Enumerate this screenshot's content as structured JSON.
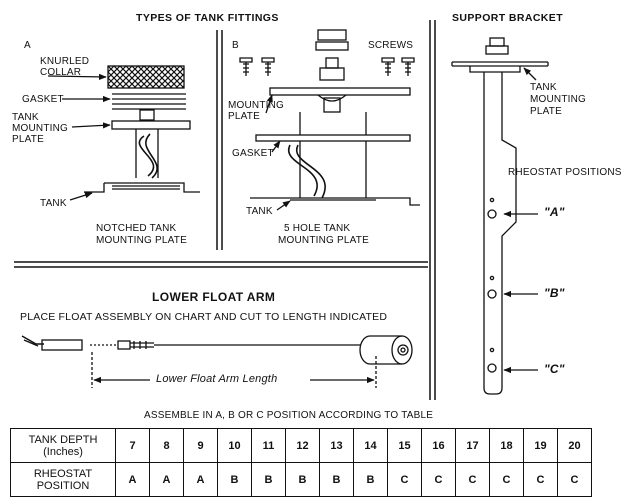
{
  "titles": {
    "fittings": "TYPES OF TANK FITTINGS",
    "bracket": "SUPPORT BRACKET",
    "float_arm": "LOWER FLOAT ARM",
    "float_instr": "PLACE FLOAT ASSEMBLY ON CHART AND CUT TO LENGTH INDICATED",
    "table_caption": "ASSEMBLE IN A, B OR C POSITION ACCORDING TO TABLE"
  },
  "fitting_a": {
    "letter": "A",
    "knurled_collar": [
      "KNURLED",
      "COLLAR"
    ],
    "gasket": "GASKET",
    "mounting_plate": [
      "TANK",
      "MOUNTING",
      "PLATE"
    ],
    "tank": "TANK",
    "caption": [
      "NOTCHED TANK",
      "MOUNTING PLATE"
    ]
  },
  "fitting_b": {
    "letter": "B",
    "screws": "SCREWS",
    "mounting_plate": [
      "MOUNTING",
      "PLATE"
    ],
    "gasket": "GASKET",
    "tank": "TANK",
    "caption": [
      "5 HOLE TANK",
      "MOUNTING PLATE"
    ]
  },
  "bracket": {
    "tank_mounting_plate": [
      "TANK",
      "MOUNTING",
      "PLATE"
    ],
    "rheostat_positions": "RHEOSTAT POSITIONS",
    "pos_a": "\"A\"",
    "pos_b": "\"B\"",
    "pos_c": "\"C\""
  },
  "float_arm": {
    "length_label": "Lower Float Arm Length"
  },
  "table": {
    "row1_header": [
      "TANK DEPTH",
      "(Inches)"
    ],
    "row2_header": [
      "RHEOSTAT",
      "POSITION"
    ],
    "depths": [
      "7",
      "8",
      "9",
      "10",
      "11",
      "12",
      "13",
      "14",
      "15",
      "16",
      "17",
      "18",
      "19",
      "20"
    ],
    "positions": [
      "A",
      "A",
      "A",
      "B",
      "B",
      "B",
      "B",
      "B",
      "C",
      "C",
      "C",
      "C",
      "C",
      "C"
    ]
  }
}
